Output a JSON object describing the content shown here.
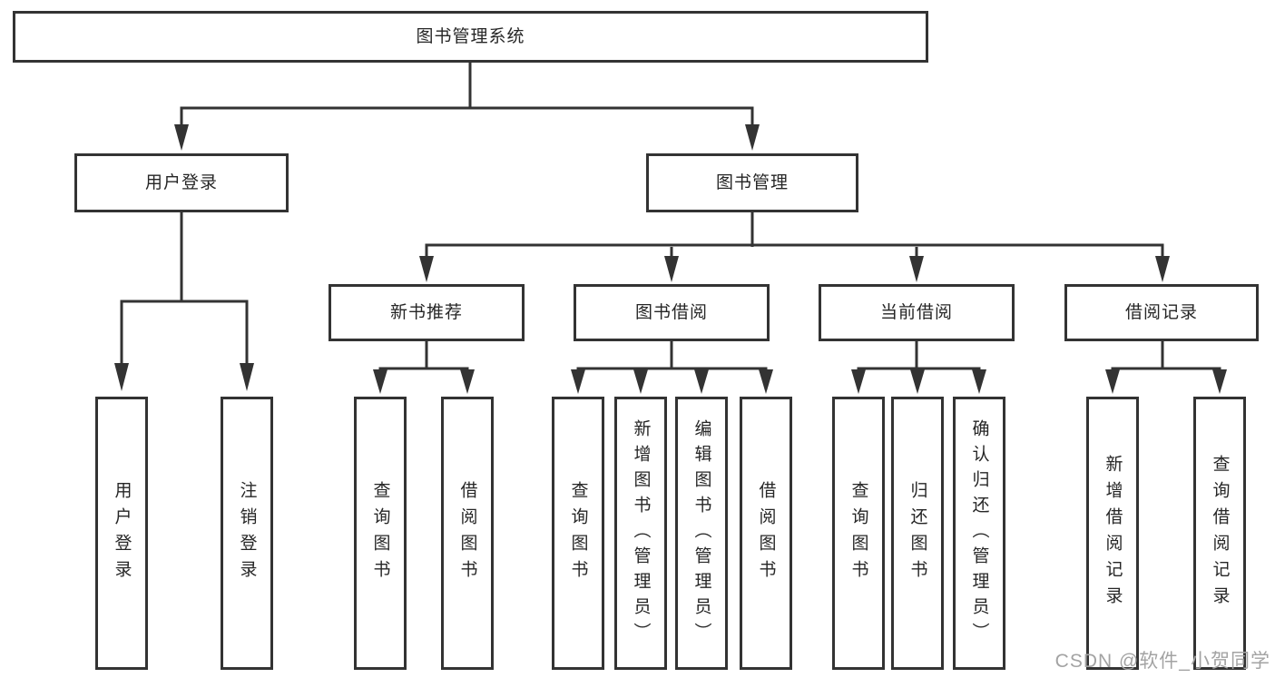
{
  "tree": {
    "root": "图书管理系统",
    "level2": [
      "用户登录",
      "图书管理"
    ],
    "level3": [
      "新书推荐",
      "图书借阅",
      "当前借阅",
      "借阅记录"
    ],
    "level4": {
      "login": [
        "用户登录",
        "注销登录"
      ],
      "newbook": [
        "查询图书",
        "借阅图书"
      ],
      "borrow": [
        "查询图书",
        "新增图书（管理员）",
        "编辑图书（管理员）",
        "借阅图书"
      ],
      "current": [
        "查询图书",
        "归还图书",
        "确认归还（管理员）"
      ],
      "records": [
        "新增借阅记录",
        "查询借阅记录"
      ]
    }
  },
  "watermark": "CSDN @软件_小贺同学",
  "colors": {
    "line": "#333333",
    "text": "#262626",
    "box_fill": "#ffffff",
    "watermark": "#a3a3a3",
    "background": "#ffffff"
  }
}
